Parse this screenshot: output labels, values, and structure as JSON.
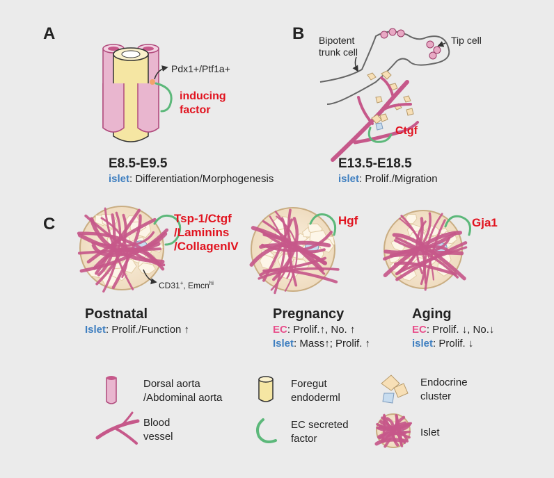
{
  "colors": {
    "background": "#ebebeb",
    "vessel": "#c6588a",
    "vessel_light": "#e8a9c4",
    "aorta_fill": "#e9b6cf",
    "endoderm_fill": "#f5e6a3",
    "arrow_green": "#5cb87a",
    "red_label": "#e1131f",
    "islet_blue": "#3f7fc0",
    "ec_pink": "#e84f8b",
    "cell_fill": "#f7dfb6",
    "cell_blue": "#c7dcef"
  },
  "panelA": {
    "letter": "A",
    "marker_label": "Pdx1+/Ptf1a+",
    "factor_line1": "inducing",
    "factor_line2": "factor",
    "stage": "E8.5-E9.5",
    "role_key": "islet",
    "role_text": ": Differentiation/Morphogenesis"
  },
  "panelB": {
    "letter": "B",
    "bipotent_line1": "Bipotent",
    "bipotent_line2": "trunk cell",
    "tip_label": "Tip cell",
    "factor": "Ctgf",
    "stage": "E13.5-E18.5",
    "role_key": "islet",
    "role_text": ": Prolif./Migration"
  },
  "panelC": {
    "letter": "C",
    "postnatal": {
      "factor_line1": "Tsp-1/Ctgf",
      "factor_line2": "/Laminins",
      "factor_line3": "/CollagenIV",
      "marker_prefix": "CD31",
      "marker_sup1": "+",
      "marker_mid": ", Emcn",
      "marker_sup2": "hi",
      "title": "Postnatal",
      "line1_key": "Islet",
      "line1_text": ": Prolif./Function ↑"
    },
    "pregnancy": {
      "factor": "Hgf",
      "title": "Pregnancy",
      "line1_key": "EC",
      "line1_text": ": Prolif.↑, No. ↑",
      "line2_key": "Islet",
      "line2_text": ": Mass↑; Prolif. ↑"
    },
    "aging": {
      "factor": "Gja1",
      "title": "Aging",
      "line1_key": "EC",
      "line1_text": ": Prolif. ↓, No.↓",
      "line2_key": "islet",
      "line2_text": ": Prolif. ↓"
    }
  },
  "legend": {
    "aorta_line1": "Dorsal aorta",
    "aorta_line2": "/Abdominal aorta",
    "foregut_line1": "Foregut",
    "foregut_line2": "endoderml",
    "endocrine_line1": "Endocrine",
    "endocrine_line2": "cluster",
    "vessel_line1": "Blood",
    "vessel_line2": "vessel",
    "ec_factor_line1": "EC secreted",
    "ec_factor_line2": "factor",
    "islet": "Islet"
  }
}
